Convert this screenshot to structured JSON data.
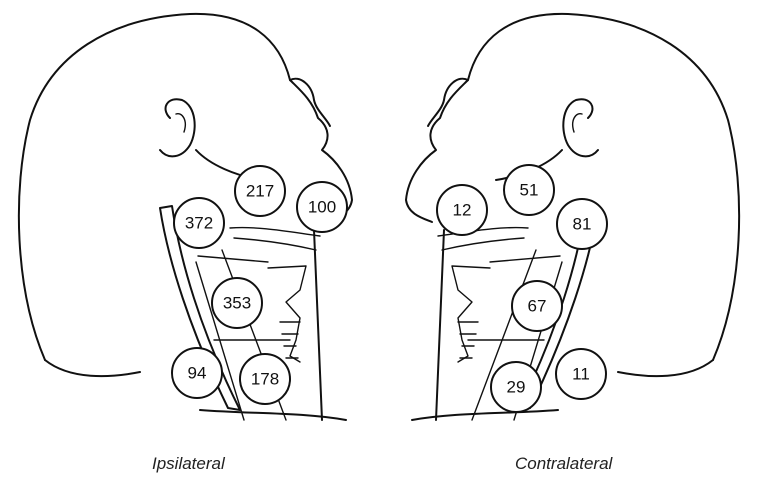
{
  "captions": {
    "left": "Ipsilateral",
    "right": "Contralateral"
  },
  "ipsilateral_nodes": [
    "217",
    "100",
    "372",
    "353",
    "94",
    "178"
  ],
  "contralateral_nodes": [
    "51",
    "12",
    "81",
    "67",
    "29",
    "11"
  ],
  "colors": {
    "line": "#111111",
    "background": "#ffffff"
  }
}
